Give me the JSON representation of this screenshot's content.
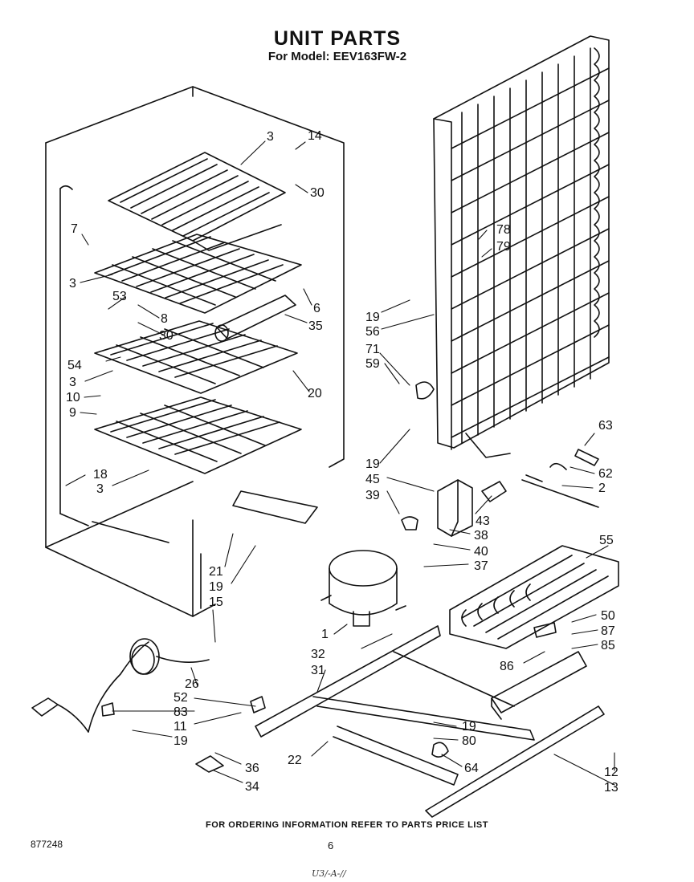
{
  "title": "UNIT PARTS",
  "subtitle": "For Model: EEV163FW-2",
  "footer_note": "FOR ORDERING INFORMATION REFER TO PARTS PRICE LIST",
  "document_number": "877248",
  "page_number": "6",
  "handwritten_mark": "U3/-A-//",
  "callouts": [
    {
      "id": "c3a",
      "label": "3"
    },
    {
      "id": "c14",
      "label": "14"
    },
    {
      "id": "c30a",
      "label": "30"
    },
    {
      "id": "c7",
      "label": "7"
    },
    {
      "id": "c3b",
      "label": "3"
    },
    {
      "id": "c53",
      "label": "53"
    },
    {
      "id": "c8",
      "label": "8"
    },
    {
      "id": "c30b",
      "label": "30"
    },
    {
      "id": "c6",
      "label": "6"
    },
    {
      "id": "c35",
      "label": "35"
    },
    {
      "id": "c54",
      "label": "54"
    },
    {
      "id": "c3c",
      "label": "3"
    },
    {
      "id": "c20",
      "label": "20"
    },
    {
      "id": "c10",
      "label": "10"
    },
    {
      "id": "c9",
      "label": "9"
    },
    {
      "id": "c18",
      "label": "18"
    },
    {
      "id": "c3d",
      "label": "3"
    },
    {
      "id": "c78",
      "label": "78"
    },
    {
      "id": "c79",
      "label": "79"
    },
    {
      "id": "c19a",
      "label": "19"
    },
    {
      "id": "c56",
      "label": "56"
    },
    {
      "id": "c71",
      "label": "71"
    },
    {
      "id": "c59",
      "label": "59"
    },
    {
      "id": "c63",
      "label": "63"
    },
    {
      "id": "c19b",
      "label": "19"
    },
    {
      "id": "c62",
      "label": "62"
    },
    {
      "id": "c2",
      "label": "2"
    },
    {
      "id": "c45",
      "label": "45"
    },
    {
      "id": "c39",
      "label": "39"
    },
    {
      "id": "c43",
      "label": "43"
    },
    {
      "id": "c38",
      "label": "38"
    },
    {
      "id": "c40",
      "label": "40"
    },
    {
      "id": "c37",
      "label": "37"
    },
    {
      "id": "c55",
      "label": "55"
    },
    {
      "id": "c21",
      "label": "21"
    },
    {
      "id": "c19c",
      "label": "19"
    },
    {
      "id": "c15",
      "label": "15"
    },
    {
      "id": "c1",
      "label": "1"
    },
    {
      "id": "c50",
      "label": "50"
    },
    {
      "id": "c87",
      "label": "87"
    },
    {
      "id": "c85",
      "label": "85"
    },
    {
      "id": "c32",
      "label": "32"
    },
    {
      "id": "c86",
      "label": "86"
    },
    {
      "id": "c31",
      "label": "31"
    },
    {
      "id": "c26",
      "label": "26"
    },
    {
      "id": "c52",
      "label": "52"
    },
    {
      "id": "c83",
      "label": "83"
    },
    {
      "id": "c11",
      "label": "11"
    },
    {
      "id": "c19d",
      "label": "19"
    },
    {
      "id": "c19e",
      "label": "19"
    },
    {
      "id": "c80",
      "label": "80"
    },
    {
      "id": "c22",
      "label": "22"
    },
    {
      "id": "c64",
      "label": "64"
    },
    {
      "id": "c36",
      "label": "36"
    },
    {
      "id": "c34",
      "label": "34"
    },
    {
      "id": "c12",
      "label": "12"
    },
    {
      "id": "c13",
      "label": "13"
    }
  ]
}
